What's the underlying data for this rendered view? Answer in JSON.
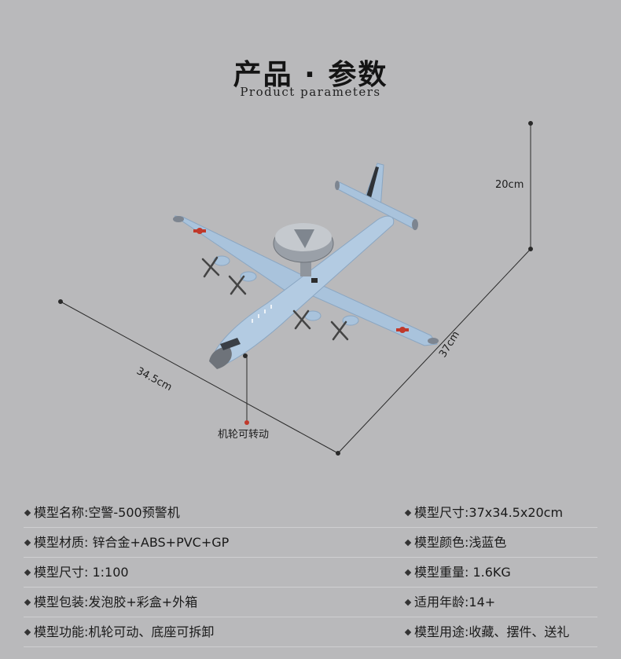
{
  "header": {
    "title": "产品 · 参数",
    "subtitle": "Product parameters"
  },
  "dimensions": {
    "height": "20cm",
    "width": "34.5cm",
    "length": "37cm",
    "callout": "机轮可转动"
  },
  "specs": [
    {
      "left": "模型名称:空警-500预警机",
      "right": "模型尺寸:37x34.5x20cm"
    },
    {
      "left": "模型材质: 锌合金+ABS+PVC+GP",
      "right": "模型颜色:浅蓝色"
    },
    {
      "left": "模型尺寸: 1:100",
      "right": "模型重量: 1.6KG"
    },
    {
      "left": "模型包装:发泡胶+彩盒+外箱",
      "right": "适用年龄:14+"
    },
    {
      "left": "模型功能:机轮可动、底座可拆卸",
      "right": "模型用途:收藏、摆件、送礼"
    }
  ],
  "colors": {
    "background": "#b9b9bb",
    "aircraft_body": "#a9c3dc",
    "radome": "#8f959d",
    "callout_marker": "#c0392b"
  },
  "icons": {
    "bullet": "diamond-icon"
  }
}
